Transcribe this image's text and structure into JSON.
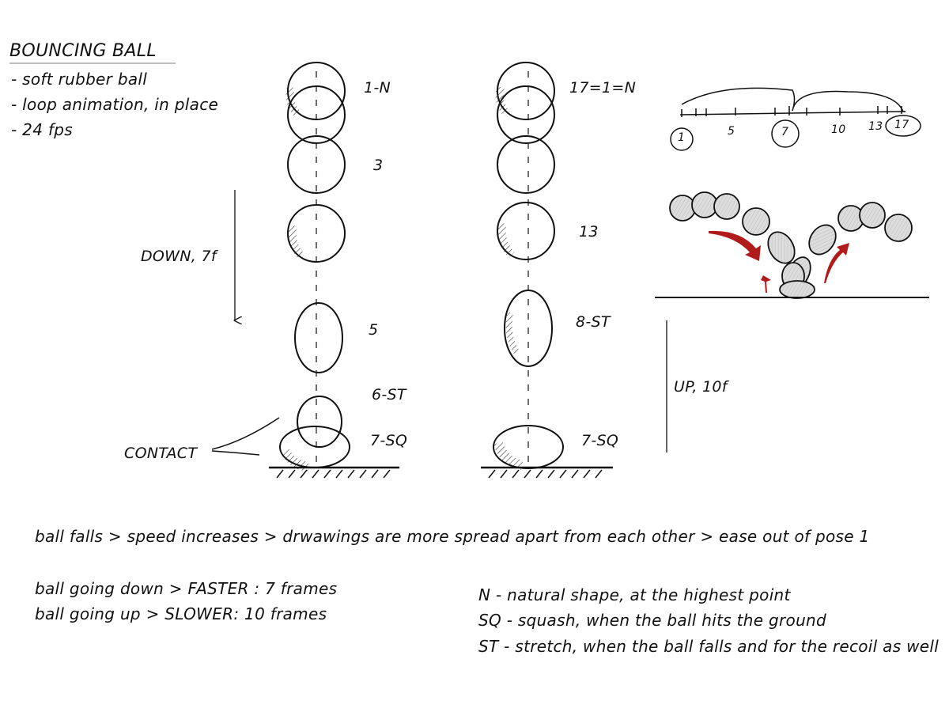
{
  "title": "BOUNCING BALL",
  "notes": [
    "- soft rubber ball",
    "- loop animation, in place",
    "- 24 fps"
  ],
  "column_down": {
    "labels": [
      "1-N",
      "3",
      "5",
      "6-ST",
      "7-SQ"
    ],
    "contact": "CONTACT",
    "direction": "DOWN, 7f"
  },
  "column_up": {
    "labels": [
      "17=1=N",
      "13",
      "8-ST",
      "7-SQ"
    ],
    "direction": "UP, 10f"
  },
  "timeline": {
    "ticks": [
      "1",
      "5",
      "7",
      "10",
      "13",
      "17"
    ],
    "circled": [
      "1",
      "7",
      "17"
    ]
  },
  "bottom": {
    "line1": "ball falls > speed increases > drwawings are more spread apart from each other > ease out of pose 1",
    "down": "ball going down > FASTER : 7 frames",
    "up": "ball going up > SLOWER: 10 frames"
  },
  "legend": [
    "N - natural shape, at the highest point",
    "SQ - squash, when the ball hits the ground",
    "ST - stretch, when the ball falls and for the recoil as well"
  ],
  "colors": {
    "ink": "#111111",
    "arrow": "#b01c1c",
    "fill": "#d8d8d8"
  }
}
